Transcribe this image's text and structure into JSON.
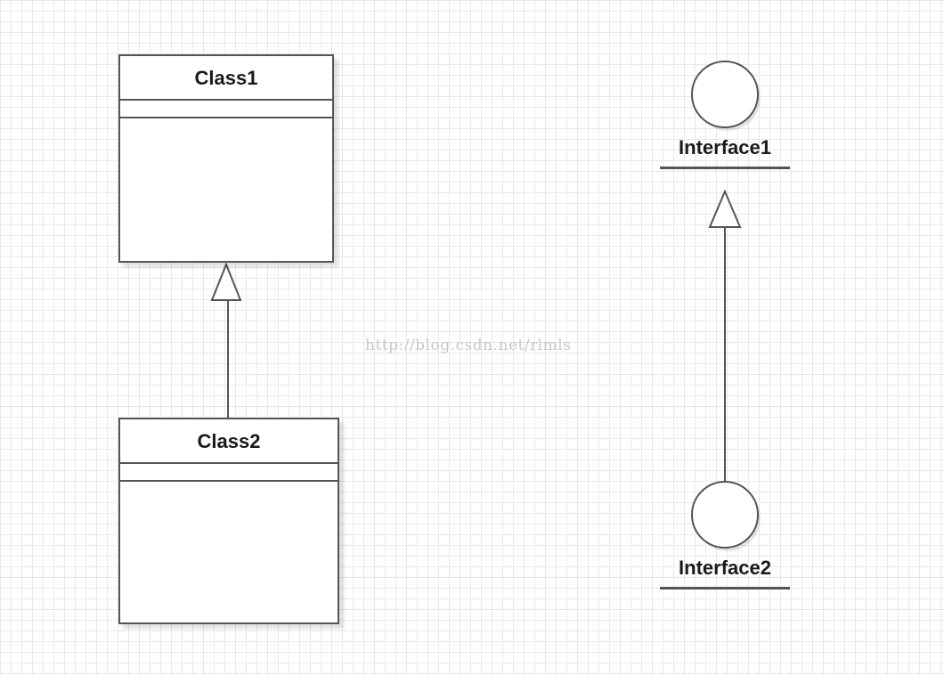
{
  "diagram": {
    "classes": [
      {
        "name": "Class1"
      },
      {
        "name": "Class2"
      }
    ],
    "interfaces": [
      {
        "name": "Interface1"
      },
      {
        "name": "Interface2"
      }
    ],
    "relations": [
      {
        "from": "Class2",
        "to": "Class1",
        "type": "generalization"
      },
      {
        "from": "Interface2",
        "to": "Interface1",
        "type": "generalization"
      }
    ]
  },
  "watermark": "http://blog.csdn.net/rlmls",
  "colors": {
    "line": "#555555",
    "grid": "#e9e9e9",
    "background": "#ffffff"
  }
}
